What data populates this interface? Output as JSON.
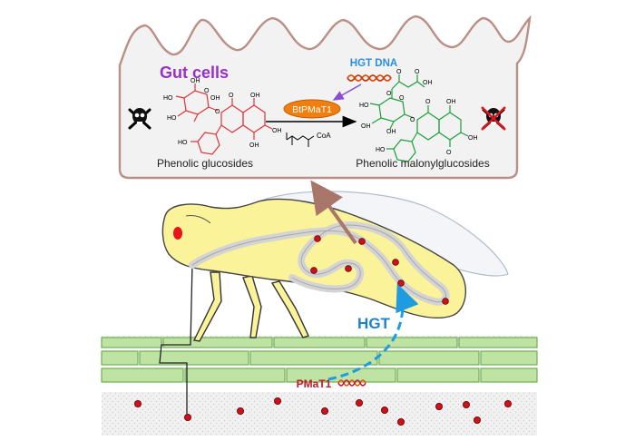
{
  "panel": {
    "title": "Gut cells",
    "hgt_dna_label": "HGT DNA",
    "enzyme_label": "BtPMaT1",
    "cofactor_label": "CoA",
    "substrate_label": "Phenolic glucosides",
    "product_label": "Phenolic malonylglucosides"
  },
  "diagram": {
    "hgt_label": "HGT",
    "plant_gene_label": "PMaT1"
  },
  "chem_atoms": {
    "substrate": [
      "OH",
      "OH",
      "HO",
      "HO",
      "O",
      "O",
      "O",
      "OH",
      "OH",
      "HO",
      "OH"
    ],
    "product": [
      "O",
      "OH",
      "O",
      "O",
      "O",
      "O",
      "O",
      "HO",
      "OH",
      "OH",
      "OH",
      "O",
      "OH",
      "HO"
    ]
  },
  "colors": {
    "title": "#9a2ec8",
    "hgt_dna": "#2b8fe0",
    "enzyme_fill": "#f07f10",
    "hgt_arrow": "#1f9be0",
    "plant_gene": "#c0182a",
    "insect_body": "#fbf39a",
    "leaf": "#bfe3a3",
    "substrate_struct": "#e0343a",
    "product_struct": "#1aa03a"
  }
}
